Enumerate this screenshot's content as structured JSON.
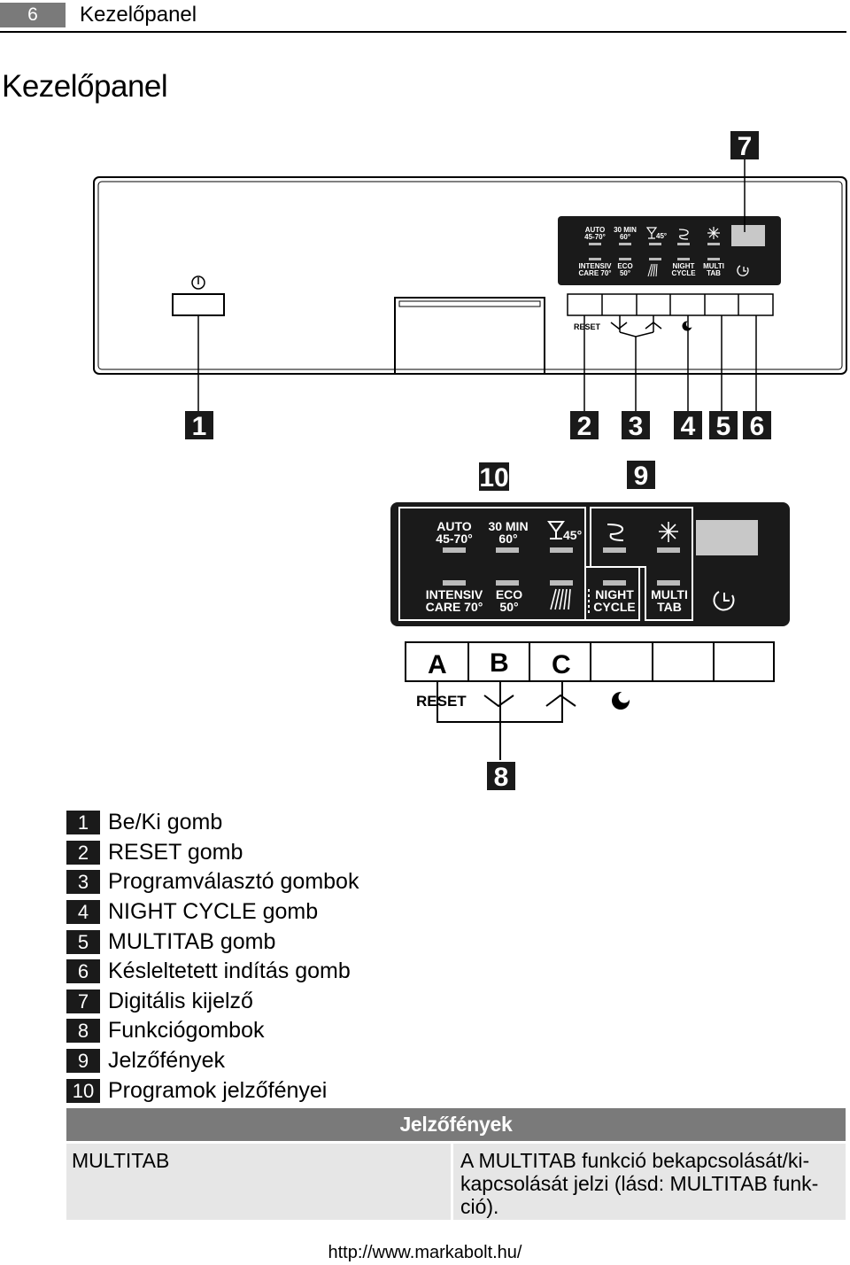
{
  "header": {
    "page_number": "6",
    "title": "Kezelőpanel"
  },
  "page_title": "Kezelőpanel",
  "diagram": {
    "callouts": [
      "1",
      "2",
      "3",
      "4",
      "5",
      "6",
      "7",
      "8",
      "9",
      "10"
    ],
    "small_panel": {
      "top_labels": [
        [
          "AUTO",
          "45-70°"
        ],
        [
          "30 MIN",
          "60°"
        ],
        [
          "45°"
        ]
      ],
      "bottom_labels": [
        [
          "INTENSIV",
          "CARE 70°"
        ],
        [
          "ECO",
          "50°"
        ],
        [
          "NIGHT",
          "CYCLE"
        ],
        [
          "MULTI",
          "TAB"
        ]
      ],
      "reset_label": "RESET"
    },
    "big_panel": {
      "top_labels": [
        [
          "AUTO",
          "45-70°"
        ],
        [
          "30 MIN",
          "60°"
        ],
        [
          "45°"
        ]
      ],
      "bottom_labels": [
        [
          "INTENSIV",
          "CARE 70°"
        ],
        [
          "ECO",
          "50°"
        ],
        [
          "NIGHT",
          "CYCLE"
        ],
        [
          "MULTI",
          "TAB"
        ]
      ]
    },
    "buttons": [
      "A",
      "B",
      "C"
    ],
    "reset_label": "RESET",
    "icons": [
      "power-icon",
      "glass-icon",
      "multitab-cycle-icon",
      "rinse-aid-icon",
      "spray-icon",
      "delay-timer-icon",
      "moon-icon",
      "chevron-down-icon",
      "chevron-up-icon"
    ]
  },
  "legend": [
    {
      "num": "1",
      "label": "Be/Ki gomb"
    },
    {
      "num": "2",
      "label": "RESET gomb"
    },
    {
      "num": "3",
      "label": "Programválasztó gombok"
    },
    {
      "num": "4",
      "label": "NIGHT CYCLE gomb"
    },
    {
      "num": "5",
      "label": "MULTITAB gomb"
    },
    {
      "num": "6",
      "label": "Késleltetett indítás gomb"
    },
    {
      "num": "7",
      "label": "Digitális kijelző"
    },
    {
      "num": "8",
      "label": "Funkciógombok"
    },
    {
      "num": "9",
      "label": "Jelzőfények"
    },
    {
      "num": "10",
      "label": "Programok jelzőfényei"
    }
  ],
  "table": {
    "header": "Jelzőfények",
    "rows": [
      {
        "col1": "MULTITAB",
        "col2_lines": [
          "A MULTITAB funkció bekapcsolását/ki-",
          "kapcsolását jelzi (lásd: MULTITAB funk-",
          "ció)."
        ]
      }
    ]
  },
  "footer": {
    "url": "http://www.markabolt.hu/"
  }
}
